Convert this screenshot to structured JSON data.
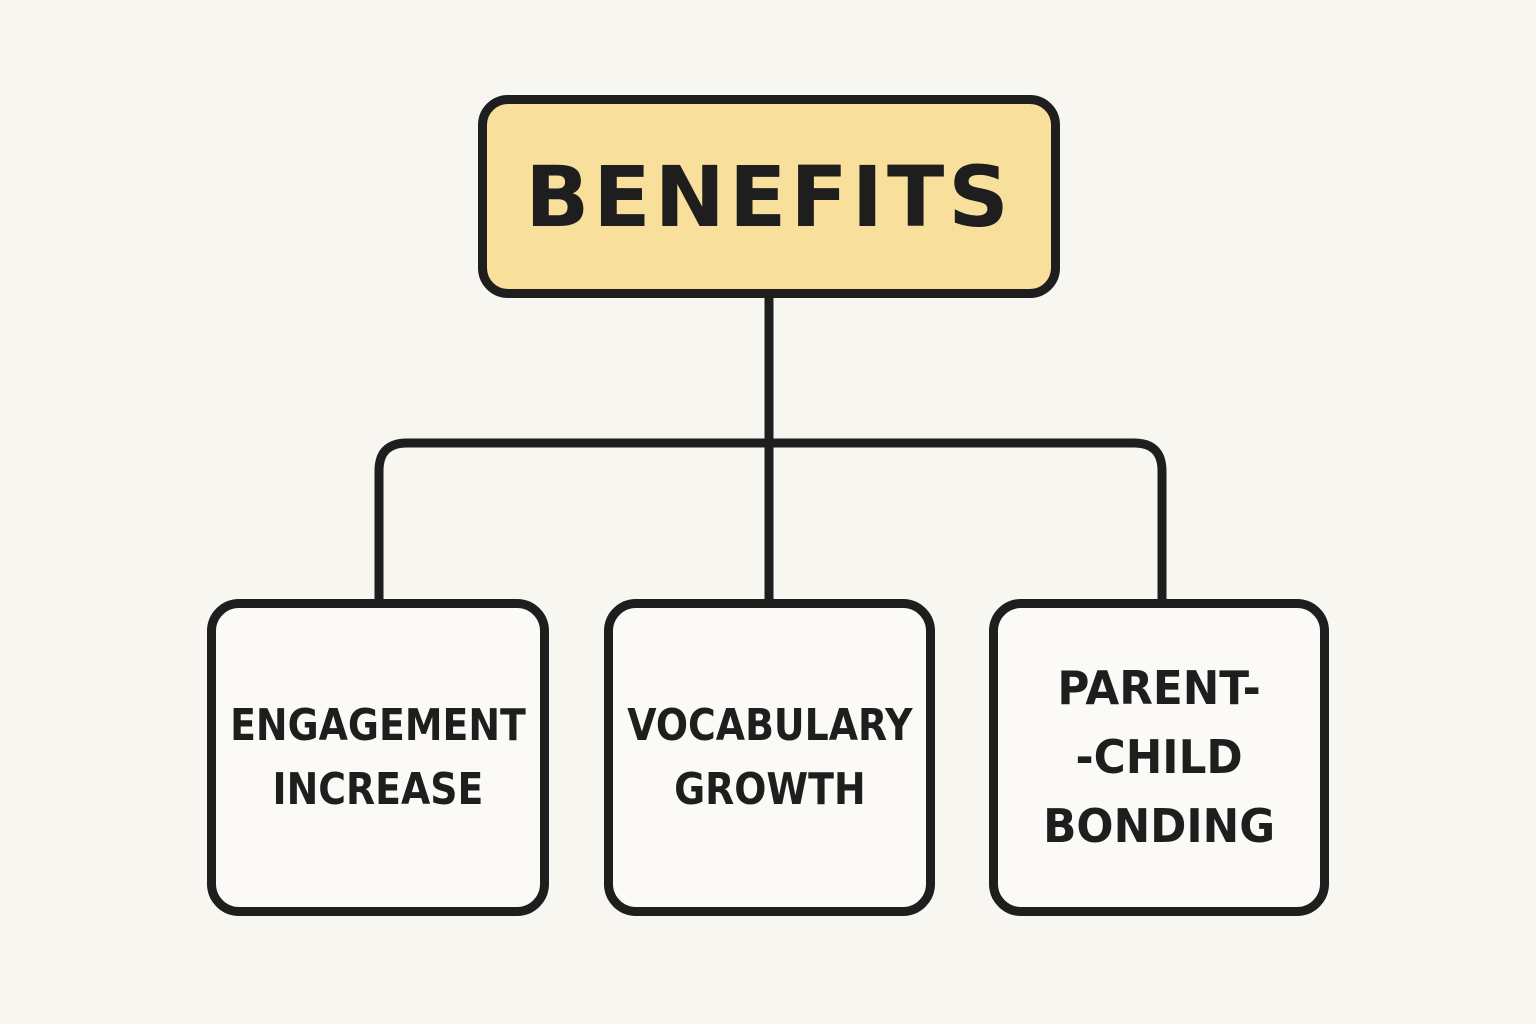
{
  "diagram": {
    "root": {
      "label": "BENEFITS",
      "fill": "#f8df9c"
    },
    "children": [
      {
        "lines": [
          "ENGAGEMENT",
          "INCREASE"
        ]
      },
      {
        "lines": [
          "VOCABULARY",
          "GROWTH"
        ]
      },
      {
        "lines": [
          "PARENT-",
          "-CHILD",
          "BONDING"
        ]
      }
    ],
    "colors": {
      "stroke": "#1e1e1e",
      "background": "#f8f6f1"
    }
  }
}
